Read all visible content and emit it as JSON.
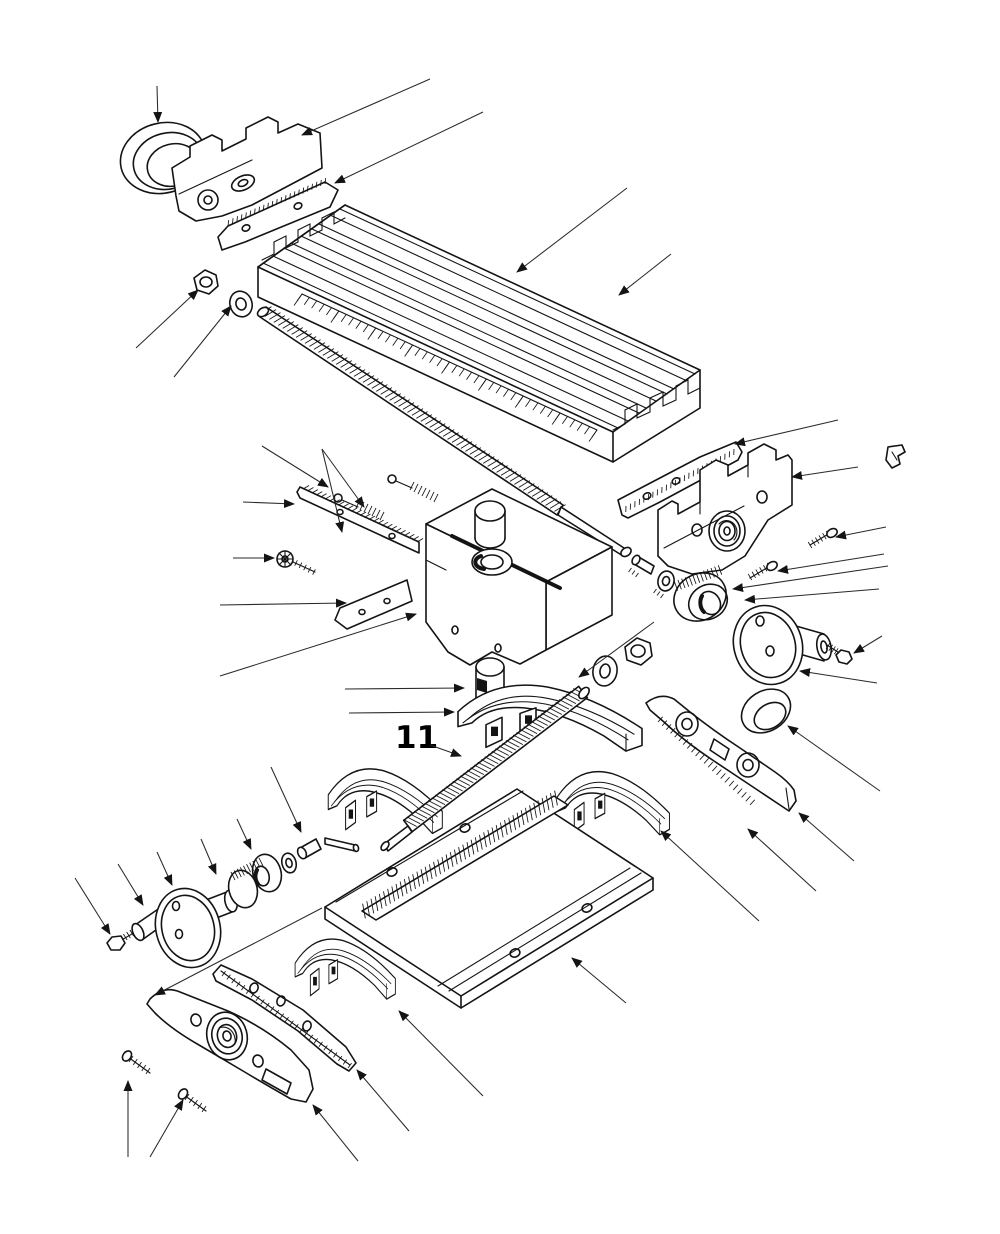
{
  "page": {
    "background_color": "#ffffff",
    "line_color": "#141414"
  },
  "diagram": {
    "type": "exploded-parts-diagram",
    "subject": "cross-slide compound milling table assembly",
    "part_label": "11",
    "parts": [
      "cap-knob",
      "end-bracket",
      "gib-plate",
      "hex-nut",
      "washer",
      "cross-feed-lead-screw",
      "t-slot-table",
      "scale-strip",
      "saddle",
      "gib-rack-bar",
      "spring-set-screw",
      "lock-screw",
      "bearing-bracket",
      "knurled-drive-gear",
      "handwheel",
      "crank-screw",
      "knob-cap",
      "support-bracket",
      "clamp-shoe",
      "longitudinal-lead-screw",
      "base-plate",
      "front-bearing-bracket",
      "angle-plate",
      "graduated-dial",
      "crank-handle",
      "bushing",
      "pin",
      "mounting-screw",
      "spacer",
      "small-key"
    ]
  }
}
